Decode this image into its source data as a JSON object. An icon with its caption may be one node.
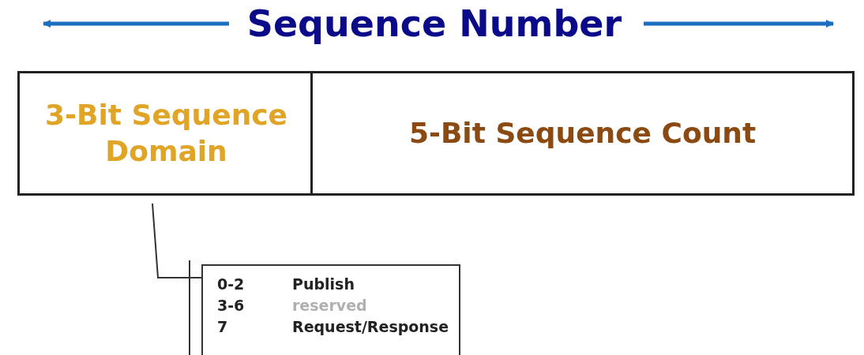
{
  "diagram": {
    "title": "Sequence Number",
    "nodes": [
      {
        "text": [
          "3-Bit Sequence Domain"
        ]
      },
      {
        "text": [
          "5-Bit Sequence Count"
        ]
      },
      {
        "text": [
          "0-2",
          "Publish",
          "3-6",
          "reserved",
          "7",
          "Request/Response"
        ]
      }
    ],
    "edges": [
      {
        "from": 0,
        "to": 2,
        "arrow": "none"
      }
    ]
  }
}
